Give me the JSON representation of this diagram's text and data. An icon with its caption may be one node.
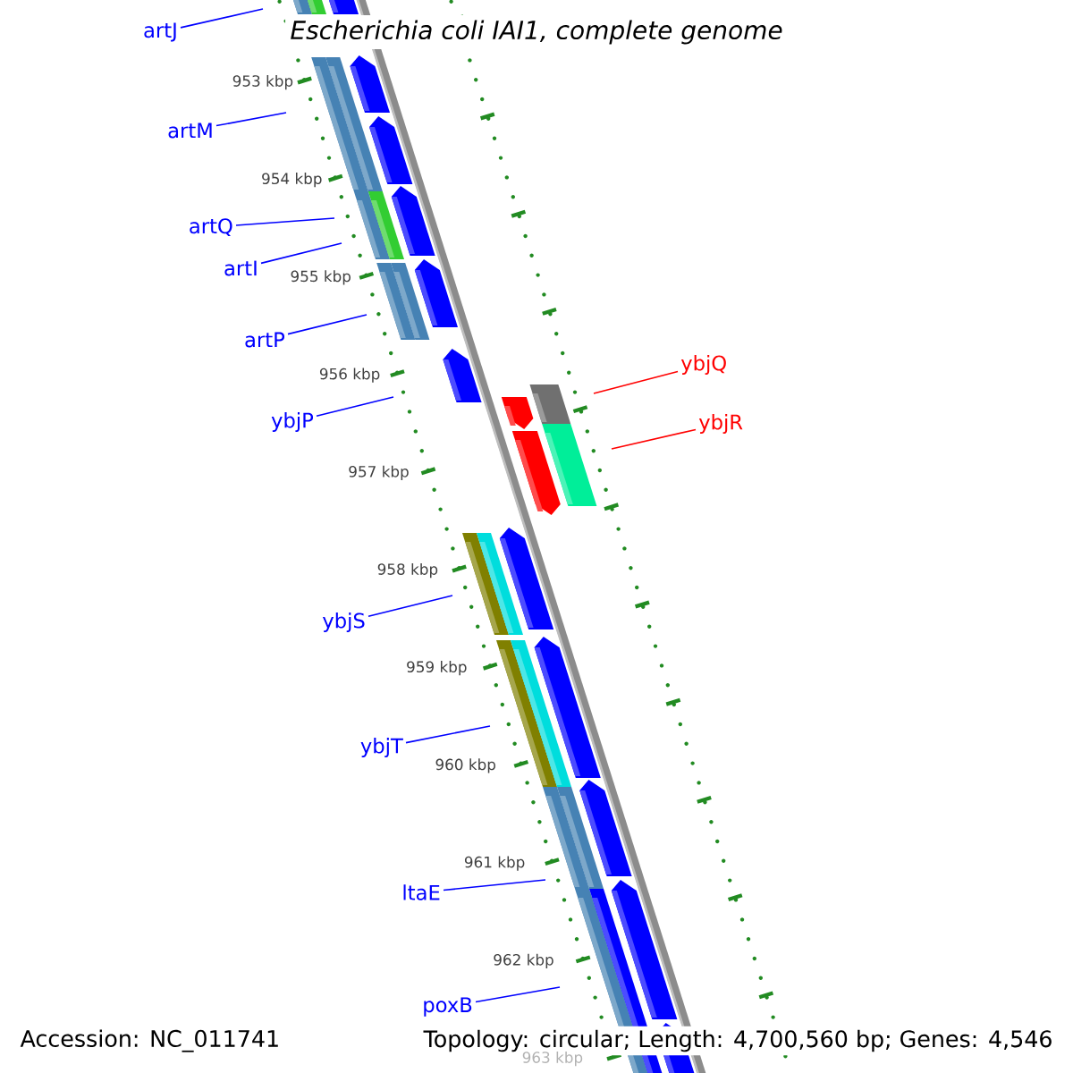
{
  "diagram": {
    "nodes": [
      {
        "text": [
          "artJ"
        ]
      },
      {
        "text": [
          "artM"
        ]
      },
      {
        "text": [
          "artQ"
        ]
      },
      {
        "text": [
          "artI"
        ]
      },
      {
        "text": [
          "artP"
        ]
      },
      {
        "text": [
          "ybjQ"
        ]
      },
      {
        "text": [
          "ybjP"
        ]
      },
      {
        "text": [
          "ybjR"
        ]
      },
      {
        "text": [
          "ybjS"
        ]
      },
      {
        "text": [
          "ybjT"
        ]
      },
      {
        "text": [
          "ltaE"
        ]
      },
      {
        "text": [
          "poxB"
        ]
      }
    ],
    "edges": [
      {
        "from": 0,
        "to": null,
        "arrow": "none"
      },
      {
        "from": 1,
        "to": null,
        "arrow": "none"
      },
      {
        "from": 2,
        "to": null,
        "arrow": "none"
      },
      {
        "from": 3,
        "to": null,
        "arrow": "none"
      },
      {
        "from": 4,
        "to": null,
        "arrow": "none"
      },
      {
        "from": 5,
        "to": null,
        "arrow": "none",
        "color": "#ff0000"
      },
      {
        "from": 6,
        "to": null,
        "arrow": "none"
      },
      {
        "from": 7,
        "to": null,
        "arrow": "none",
        "color": "#ff0000"
      },
      {
        "from": 8,
        "to": null,
        "arrow": "none"
      },
      {
        "from": 9,
        "to": null,
        "arrow": "none"
      },
      {
        "from": 10,
        "to": null,
        "arrow": "none"
      },
      {
        "from": 11,
        "to": null,
        "arrow": "none"
      }
    ],
    "labels": [
      "Escherichia coli IAI1, complete genome",
      "953 kbp",
      "954 kbp",
      "955 kbp",
      "956 kbp",
      "957 kbp",
      "958 kbp",
      "959 kbp",
      "960 kbp",
      "961 kbp",
      "962 kbp",
      "Accession: NC_011741",
      "Topology: circular; Length: 4,700,560 bp; Genes: 4,546",
      "963 kbp"
    ]
  }
}
